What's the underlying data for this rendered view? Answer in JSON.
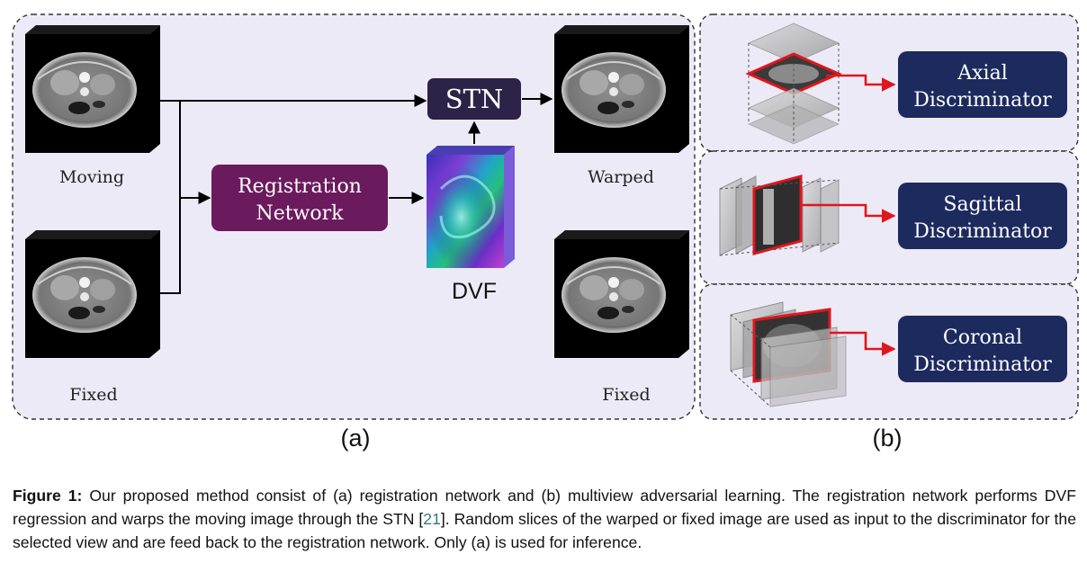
{
  "colors": {
    "panel_bg": "#edeaf8",
    "stn": "#2d2247",
    "registration": "#6b1a5e",
    "discriminator": "#1c2a5e",
    "arrow": "#000000",
    "slice_highlight": "#e0161c"
  },
  "panel_a": {
    "moving_label": "Moving",
    "fixed_label": "Fixed",
    "warped_label": "Warped",
    "fixed_right_label": "Fixed",
    "stn_label": "STN",
    "registration_label": [
      "Registration",
      "Network"
    ],
    "dvf_label": "DVF",
    "panel_label": "(a)"
  },
  "panel_b": {
    "axial_label": [
      "Axial",
      "Discriminator"
    ],
    "sagittal_label": [
      "Sagittal",
      "Discriminator"
    ],
    "coronal_label": [
      "Coronal",
      "Discriminator"
    ],
    "panel_label": "(b)"
  },
  "caption": {
    "label": "Figure 1:",
    "text_before_ref": " Our proposed method consist of (a) registration network and (b) multiview adversarial learning. The registration network performs DVF regression and warps the moving image through the STN [",
    "ref": "21",
    "text_after_ref": "]. Random slices of the warped or fixed image are used as input to the discriminator for the selected view and are feed back to the registration network. Only (a) is used for inference."
  }
}
